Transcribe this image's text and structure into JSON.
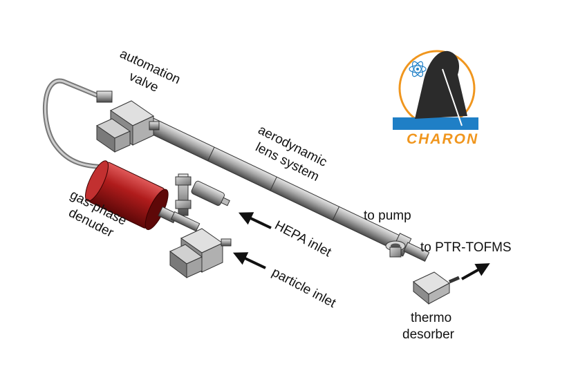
{
  "labels": {
    "automation_valve_line1": "automation",
    "automation_valve_line2": "valve",
    "aerodynamic_line1": "aerodynamic",
    "aerodynamic_line2": "lens system",
    "denuder_line1": "gas-phase",
    "denuder_line2": "denuder",
    "hepa_inlet": "HEPA inlet",
    "particle_inlet": "particle inlet",
    "to_pump": "to pump",
    "to_ptr_tofms": "to PTR-TOFMS",
    "thermo_line1": "thermo",
    "thermo_line2": "desorber"
  },
  "logo": {
    "text": "CHARON",
    "ring_color": "#f0961e",
    "band_color": "#1f7fc6",
    "text_color": "#f0961e",
    "figure_color": "#2b2b2b"
  },
  "colors": {
    "denuder": "#b01c1c",
    "metal": "#9c9c9c",
    "arrow": "#111111"
  }
}
